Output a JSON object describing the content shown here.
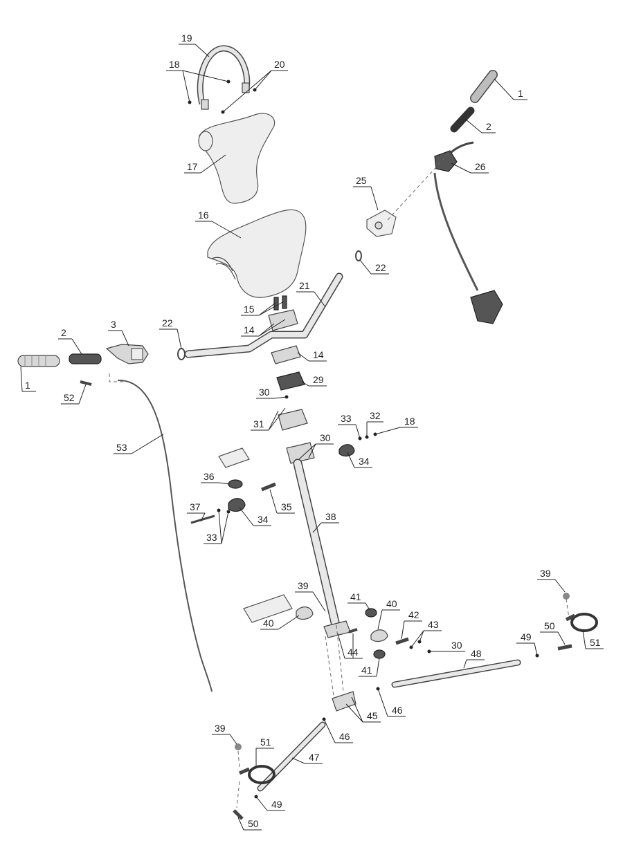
{
  "callouts": {
    "c1a": "1",
    "c1b": "1",
    "c2a": "2",
    "c2b": "2",
    "c3": "3",
    "c14a": "14",
    "c14b": "14",
    "c15": "15",
    "c16": "16",
    "c17": "17",
    "c18a": "18",
    "c18b": "18",
    "c19": "19",
    "c20": "20",
    "c21": "21",
    "c22a": "22",
    "c22b": "22",
    "c25": "25",
    "c26": "26",
    "c29": "29",
    "c30a": "30",
    "c30b": "30",
    "c30c": "30",
    "c31": "31",
    "c32": "32",
    "c33a": "33",
    "c33b": "33",
    "c34a": "34",
    "c34b": "34",
    "c35": "35",
    "c36": "36",
    "c37": "37",
    "c38": "38",
    "c39a": "39",
    "c39b": "39",
    "c39c": "39",
    "c40a": "40",
    "c40b": "40",
    "c41a": "41",
    "c41b": "41",
    "c42": "42",
    "c43": "43",
    "c44": "44",
    "c45": "45",
    "c46a": "46",
    "c46b": "46",
    "c47": "47",
    "c48": "48",
    "c49a": "49",
    "c49b": "49",
    "c50a": "50",
    "c50b": "50",
    "c51a": "51",
    "c51b": "51",
    "c52": "52",
    "c53": "53"
  }
}
